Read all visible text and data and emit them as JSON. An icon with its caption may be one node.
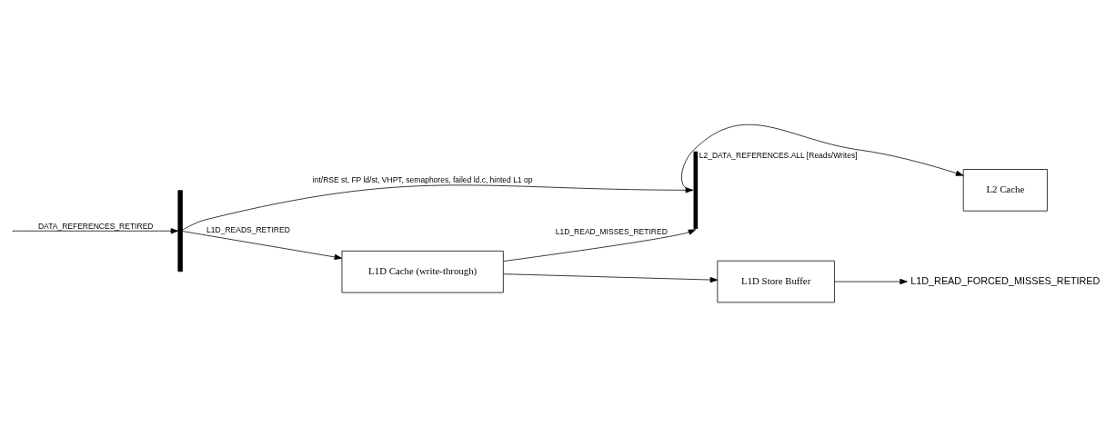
{
  "diagram": {
    "nodes": [
      {
        "text": [],
        "shape": "bar"
      },
      {
        "text": [],
        "shape": "bar",
        "beside": [
          "L2_DATA_REFERENCES.ALL [Reads/Writes]"
        ]
      },
      {
        "text": [
          "L1D Cache (write-through)"
        ]
      },
      {
        "text": [
          "L1D Store Buffer"
        ]
      },
      {
        "text": [
          "L2 Cache"
        ]
      },
      {
        "text": [
          "L1D_READ_FORCED_MISSES_RETIRED"
        ]
      }
    ],
    "edges": [
      {
        "from": null,
        "to": 0,
        "arrow": "to",
        "label": "DATA_REFERENCES_RETIRED"
      },
      {
        "from": 0,
        "to": 1,
        "arrow": "to",
        "label": "int/RSE st, FP ld/st, VHPT, semaphores, failed ld.c, hinted L1 op"
      },
      {
        "from": 0,
        "to": 2,
        "arrow": "to",
        "label": "L1D_READS_RETIRED"
      },
      {
        "from": 2,
        "to": 1,
        "arrow": "to",
        "label": "L1D_READ_MISSES_RETIRED"
      },
      {
        "from": 2,
        "to": 3,
        "arrow": "to"
      },
      {
        "from": 1,
        "to": 4,
        "arrow": "to"
      },
      {
        "from": 3,
        "to": 5,
        "arrow": "to"
      }
    ]
  }
}
